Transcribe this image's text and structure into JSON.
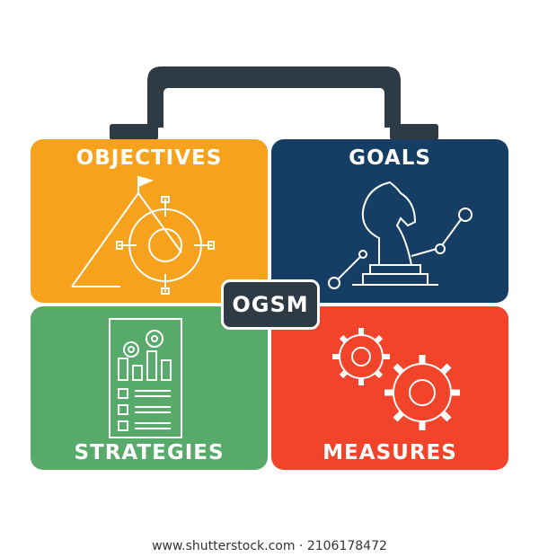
{
  "quadrants": {
    "objectives": {
      "label": "OBJECTIVES",
      "color": "#f7a21c",
      "icon": "mountain-target-icon"
    },
    "goals": {
      "label": "GOALS",
      "color": "#163d63",
      "icon": "chess-knight-robot-arm-icon"
    },
    "strategies": {
      "label": "STRATEGIES",
      "color": "#58aa6a",
      "icon": "checklist-document-gears-icon"
    },
    "measures": {
      "label": "MEASURES",
      "color": "#f2442b",
      "icon": "gears-icon"
    }
  },
  "center": {
    "label": "OGSM",
    "color": "#2f3b44"
  },
  "handle": {
    "color": "#2f3b44"
  },
  "watermark": {
    "text": "www.shutterstock.com · 2106178472"
  }
}
